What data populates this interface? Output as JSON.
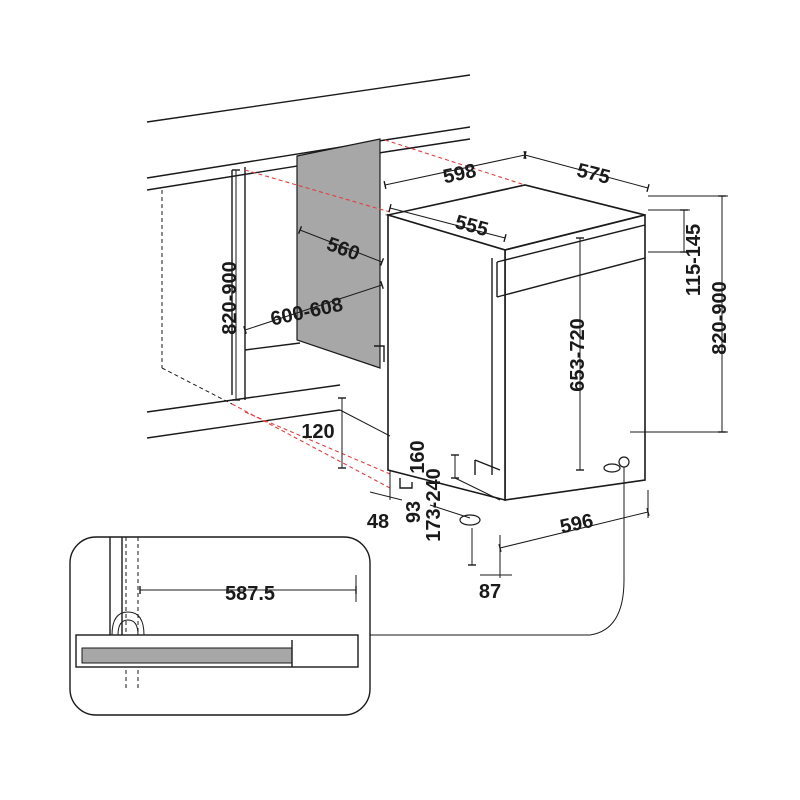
{
  "diagram": {
    "dimensions": {
      "cabinet_height": "820-900",
      "cabinet_width": "600-608",
      "cabinet_depth": "560",
      "plinth_height": "120",
      "plinth_offset": "48",
      "top_width": "598",
      "top_depth": "575",
      "inner_depth": "555",
      "top_panel_height": "115-145",
      "total_height": "820-900",
      "body_height": "653-720",
      "foot_height": "160",
      "door_recess": "93",
      "plinth_range": "173-240",
      "base_width": "596",
      "foot_offset": "87",
      "detail_width": "587.5"
    },
    "colors": {
      "line": "#1a1a1a",
      "panel_gray": "#a7a7a7",
      "guide_red": "#e04040"
    }
  }
}
